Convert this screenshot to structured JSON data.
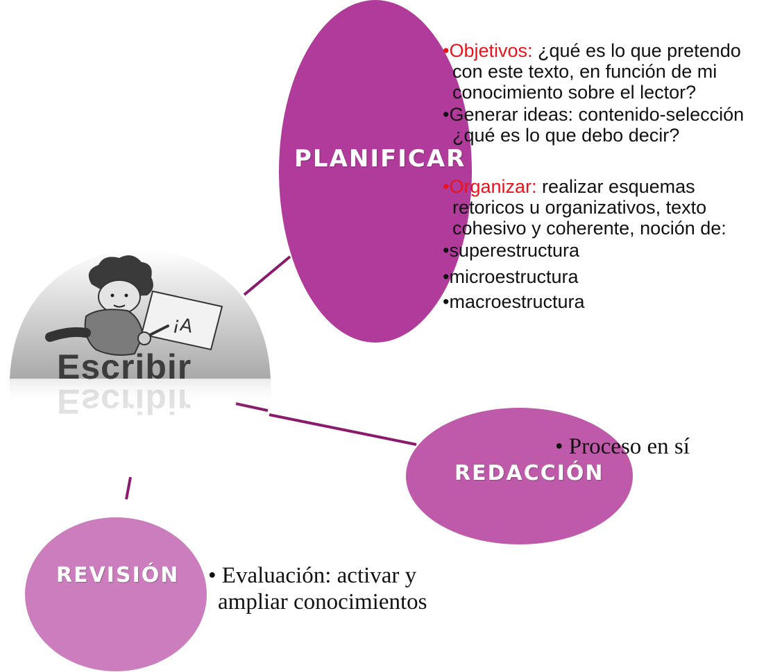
{
  "center": {
    "title": "Escribir",
    "picture_label": "¡A"
  },
  "planificar": {
    "label": "Planificar",
    "items": [
      {
        "bullet": "•",
        "highlight": "Objetivos:",
        "lines": [
          " ¿qué es lo que pretendo",
          "con este texto, en función de mi",
          "conocimiento sobre el lector?"
        ]
      },
      {
        "bullet": "•",
        "highlight": "",
        "lines": [
          "Generar ideas: contenido-selección",
          "¿qué es lo que debo decir?"
        ]
      },
      {
        "bullet": "•",
        "highlight": "Organizar:",
        "lines": [
          " realizar esquemas",
          "retoricos u organizativos, texto",
          "cohesivo y coherente, noción de:"
        ]
      },
      {
        "bullet": "•",
        "highlight": "",
        "lines": [
          "superestructura"
        ]
      },
      {
        "bullet": "•",
        "highlight": "",
        "lines": [
          "microestructura"
        ]
      },
      {
        "bullet": "•",
        "highlight": "",
        "lines": [
          "macroestructura"
        ]
      }
    ]
  },
  "redaccion": {
    "label": "Redacción",
    "note": "• Proceso en sí"
  },
  "revision": {
    "label": "Revisión",
    "note_line1": "• Evaluación: activar y",
    "note_line2": "ampliar conocimientos"
  },
  "colors": {
    "planificar": "#b13b9a",
    "redaccion": "#be5aa9",
    "revision": "#cb7dbd",
    "connector": "#8a1a6b",
    "highlight": "#e8141c"
  }
}
